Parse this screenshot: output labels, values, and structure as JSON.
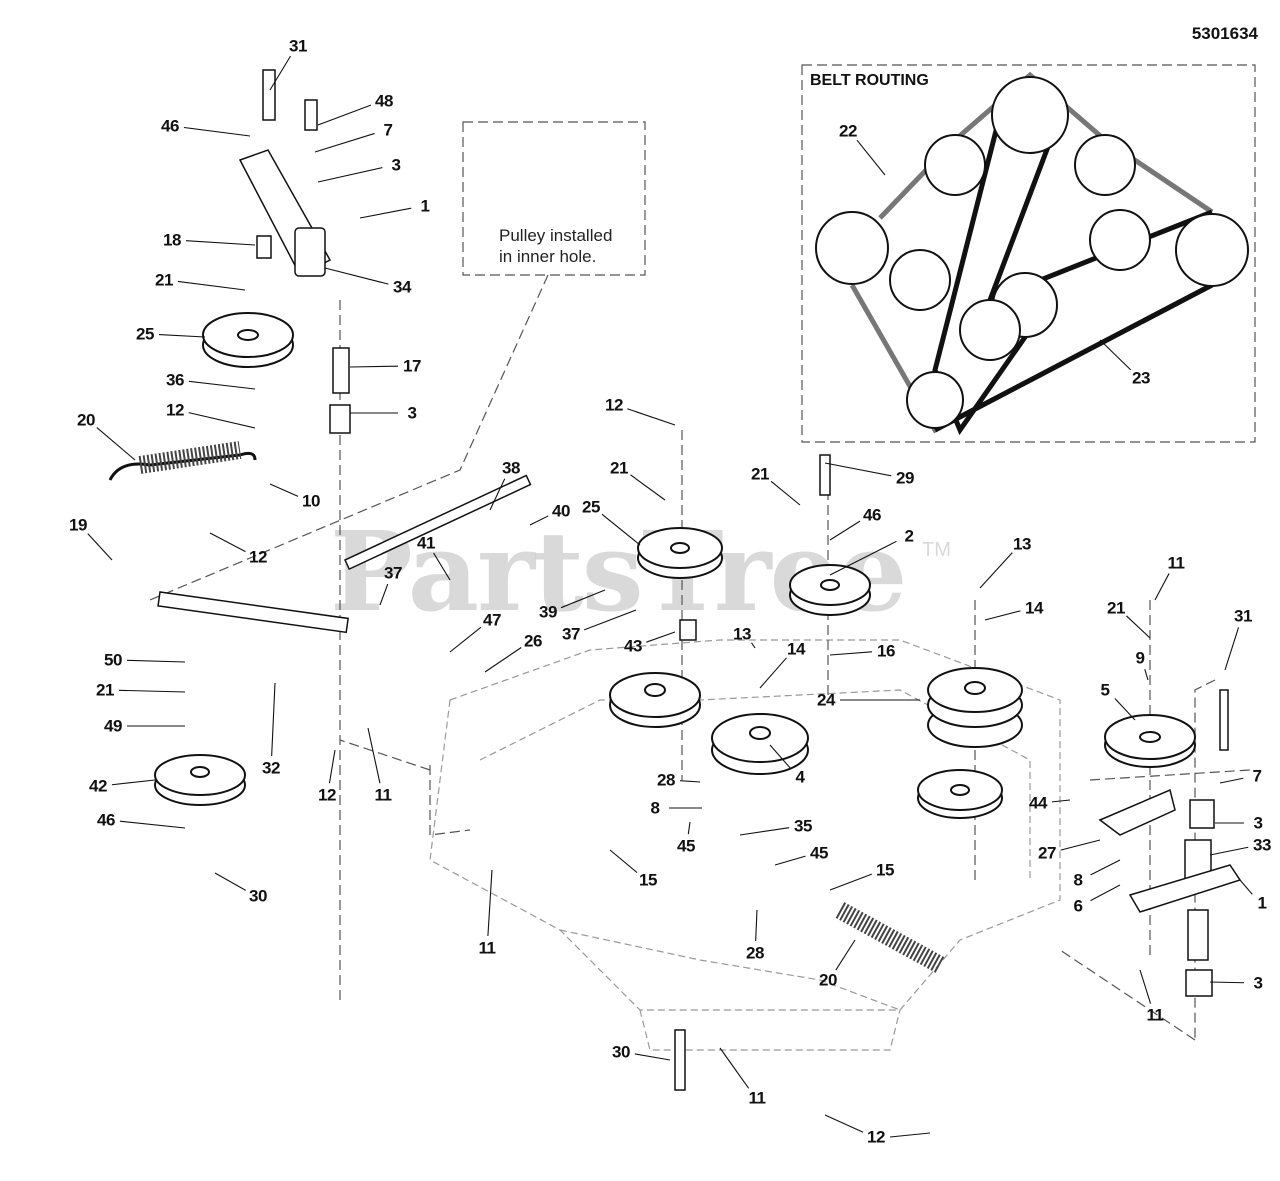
{
  "diagram_number": "5301634",
  "belt_routing_title": "BELT ROUTING",
  "inset_note": {
    "line1": "Pulley installed",
    "line2": "in inner hole."
  },
  "watermark": {
    "text": "PartsTree",
    "tm": "TM"
  },
  "callouts": [
    "31",
    "48",
    "46",
    "7",
    "3",
    "1",
    "18",
    "21",
    "34",
    "25",
    "17",
    "36",
    "12",
    "3",
    "20",
    "10",
    "19",
    "12",
    "38",
    "40",
    "41",
    "37",
    "47",
    "26",
    "39",
    "37",
    "25",
    "21",
    "12",
    "43",
    "50",
    "21",
    "49",
    "42",
    "46",
    "30",
    "32",
    "12",
    "11",
    "13",
    "14",
    "28",
    "8",
    "45",
    "35",
    "45",
    "15",
    "15",
    "11",
    "28",
    "20",
    "30",
    "11",
    "12",
    "21",
    "29",
    "46",
    "2",
    "16",
    "4",
    "13",
    "14",
    "24",
    "11",
    "21",
    "9",
    "5",
    "31",
    "7",
    "3",
    "33",
    "1",
    "44",
    "27",
    "8",
    "6",
    "11",
    "3",
    "22",
    "23"
  ],
  "colors": {
    "ink": "#111111",
    "watermark": "#aaaaaa",
    "belt_light": "#777777",
    "belt_dark": "#111111"
  }
}
